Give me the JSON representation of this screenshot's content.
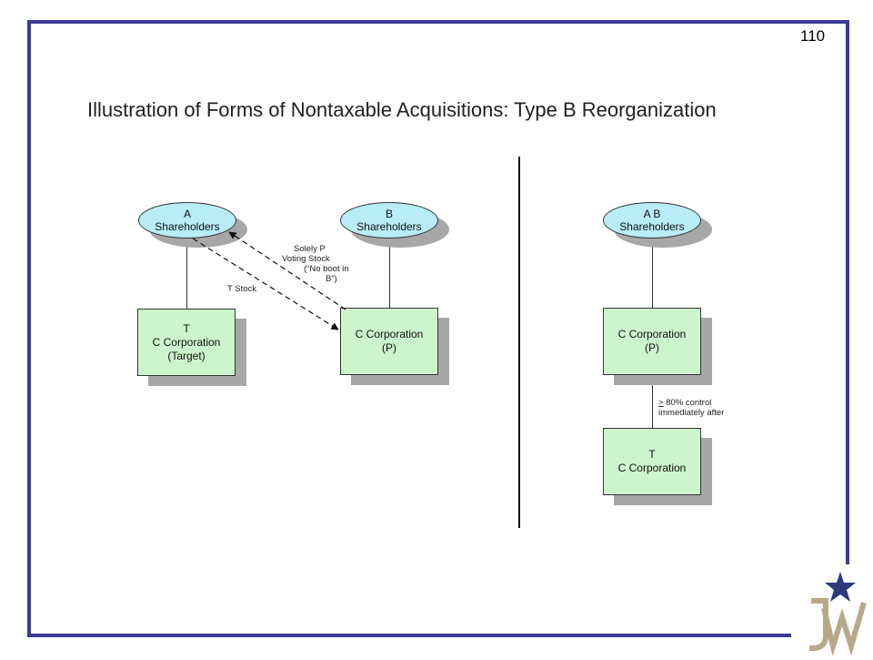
{
  "page_number": "110",
  "title": "Illustration of Forms of Nontaxable Acquisitions: Type B Reorganization",
  "before": {
    "a_shareholders": [
      "A",
      "Shareholders"
    ],
    "b_shareholders": [
      "B",
      "Shareholders"
    ],
    "target_box": [
      "T",
      "C Corporation",
      "(Target)"
    ],
    "acquirer_box": [
      "C Corporation",
      "(P)"
    ],
    "t_stock_label": "T Stock",
    "consideration_label": [
      "Solely P",
      "Voting Stock",
      "(“No boot in",
      "B”)"
    ]
  },
  "after": {
    "ab_shareholders": [
      "A B",
      "Shareholders"
    ],
    "parent_box": [
      "C Corporation",
      "(P)"
    ],
    "sub_box": [
      "T",
      "C Corporation"
    ],
    "control_symbol": ">",
    "control_label": " 80% control",
    "control_label_2": "immediately after"
  },
  "colors": {
    "frame": "#3a3a9a",
    "ellipse_fill": "#b8ecf6",
    "box_fill": "#ccf5cc",
    "shadow": "#a7a7a7",
    "logo_star": "#2a3a7a",
    "logo_letters": "#b8a88a"
  },
  "logo": {
    "text": "JW",
    "icon": "star-icon"
  }
}
